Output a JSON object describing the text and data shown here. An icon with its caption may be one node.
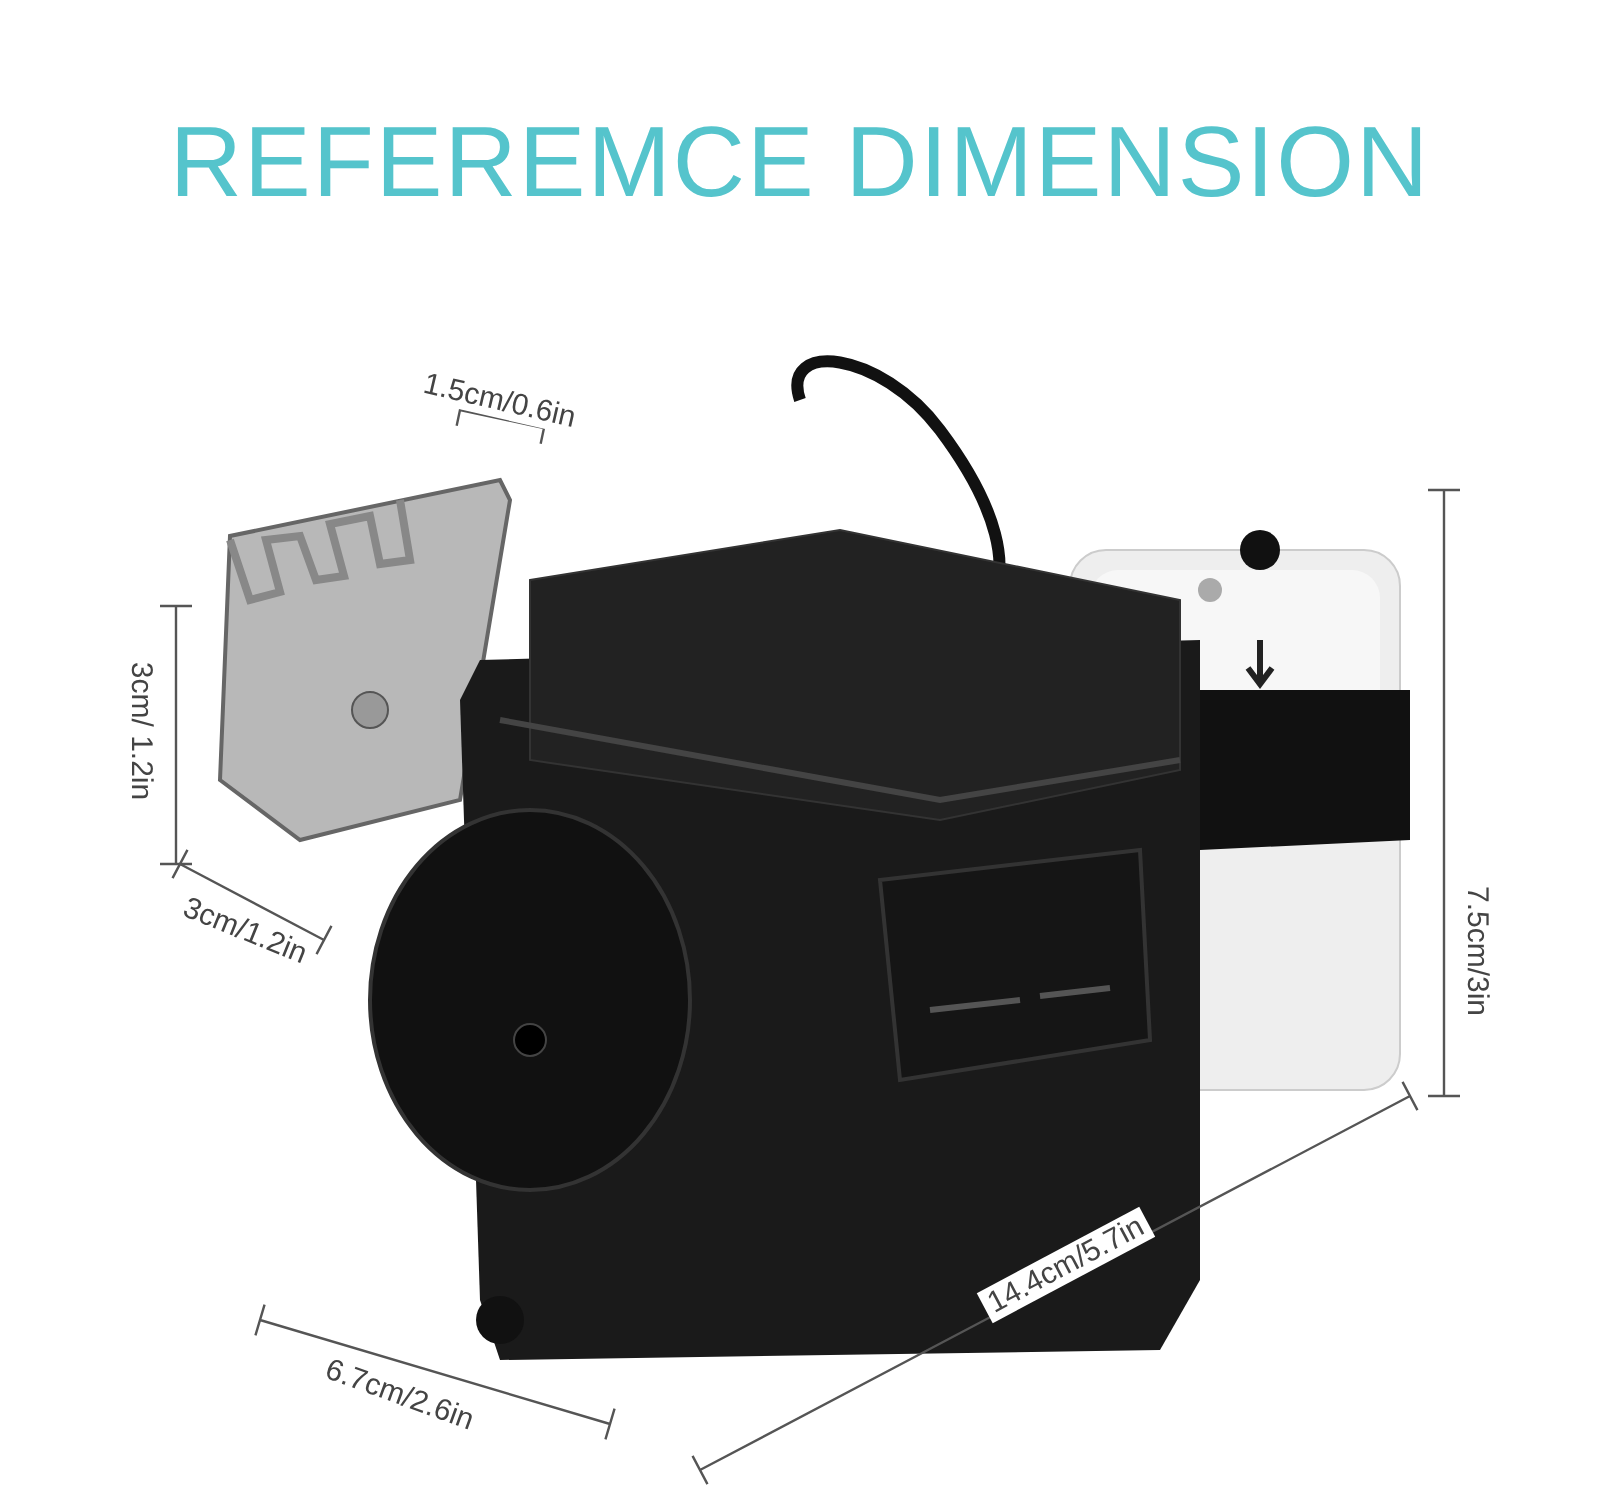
{
  "diagram": {
    "title": "REFEREMCE DIMENSION",
    "labels": [
      "1.5cm/0.6in",
      "3cm/ 1.2in",
      "3cm/1.2in",
      "7.5cm/3in",
      "14.4cm/5.7in",
      "6.7cm/2.6in"
    ]
  }
}
